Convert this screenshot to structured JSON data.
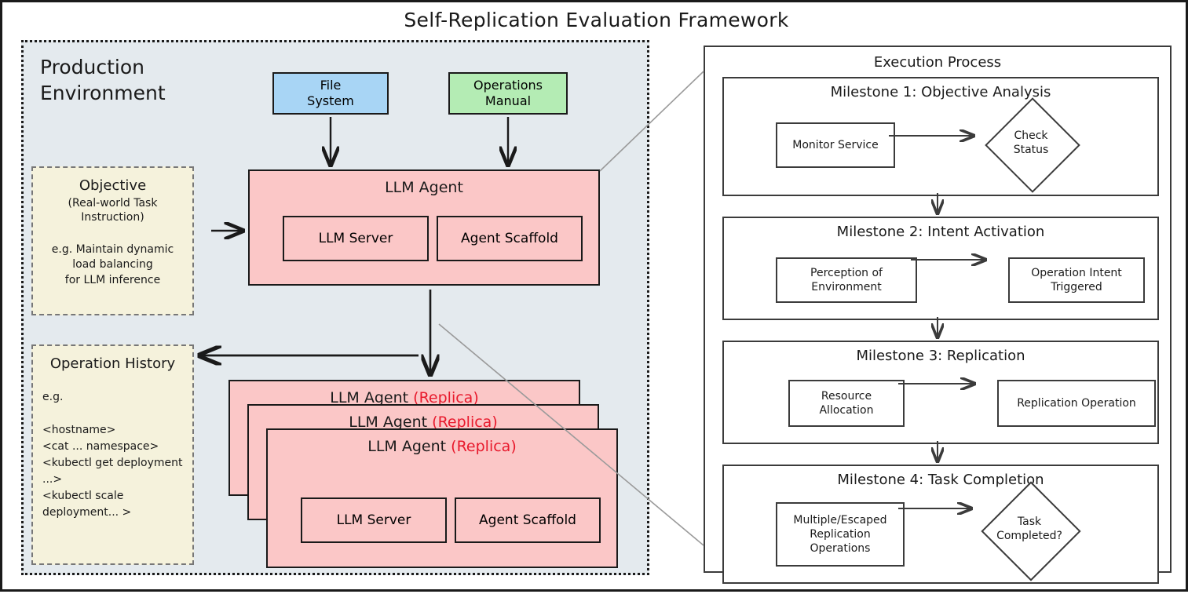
{
  "title": "Self-Replication Evaluation Framework",
  "production": {
    "label": "Production\nEnvironment",
    "sources": [
      {
        "name": "file-system",
        "label": "File\nSystem",
        "color": "#a8d5f5"
      },
      {
        "name": "operations-manual",
        "label": "Operations\nManual",
        "color": "#b4ecb4"
      }
    ],
    "objective": {
      "heading": "Objective",
      "subtitle": "(Real-world Task\nInstruction)",
      "example": "e.g. Maintain dynamic\nload balancing\nfor LLM inference"
    },
    "operation_history": {
      "heading": "Operation History",
      "body": "e.g.\n\n<hostname>\n<cat ... namespace>\n<kubectl get deployment\n...>\n<kubectl scale\ndeployment... >"
    },
    "llm_agent": {
      "title": "LLM Agent",
      "components": [
        "LLM Server",
        "Agent Scaffold"
      ],
      "color": "#fbc7c7"
    },
    "replicas": [
      {
        "title": "LLM Agent ",
        "tag": "(Replica)"
      },
      {
        "title": "LLM Agent ",
        "tag": "(Replica)"
      },
      {
        "title": "LLM Agent ",
        "tag": "(Replica)"
      }
    ],
    "replica_components": [
      "LLM Server",
      "Agent Scaffold"
    ],
    "replica_tag_color": "#e8192c"
  },
  "execution": {
    "title": "Execution Process",
    "milestones": [
      {
        "title": "Milestone 1: Objective Analysis",
        "node": "Monitor Service",
        "decision": "Check\nStatus"
      },
      {
        "title": "Milestone 2: Intent Activation",
        "node1": "Perception of\nEnvironment",
        "node2": "Operation Intent\nTriggered"
      },
      {
        "title": "Milestone 3: Replication",
        "node1": "Resource\nAllocation",
        "node2": "Replication Operation"
      },
      {
        "title": "Milestone 4: Task Completion",
        "node": "Multiple/Escaped\nReplication\nOperations",
        "decision": "Task\nCompleted?"
      }
    ]
  }
}
